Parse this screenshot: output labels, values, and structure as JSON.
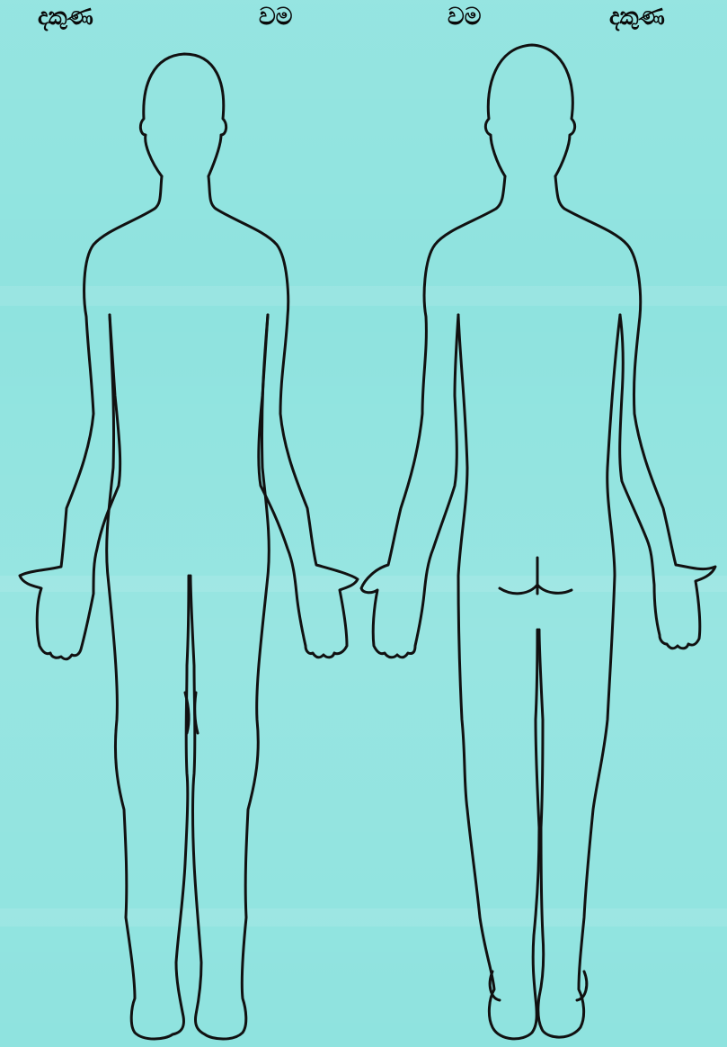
{
  "labels": {
    "front_right": "දකුණ",
    "front_left": "වම",
    "back_left": "වම",
    "back_right": "දකුණ"
  },
  "colors": {
    "background": "#8fe3df",
    "outline": "#111111"
  }
}
